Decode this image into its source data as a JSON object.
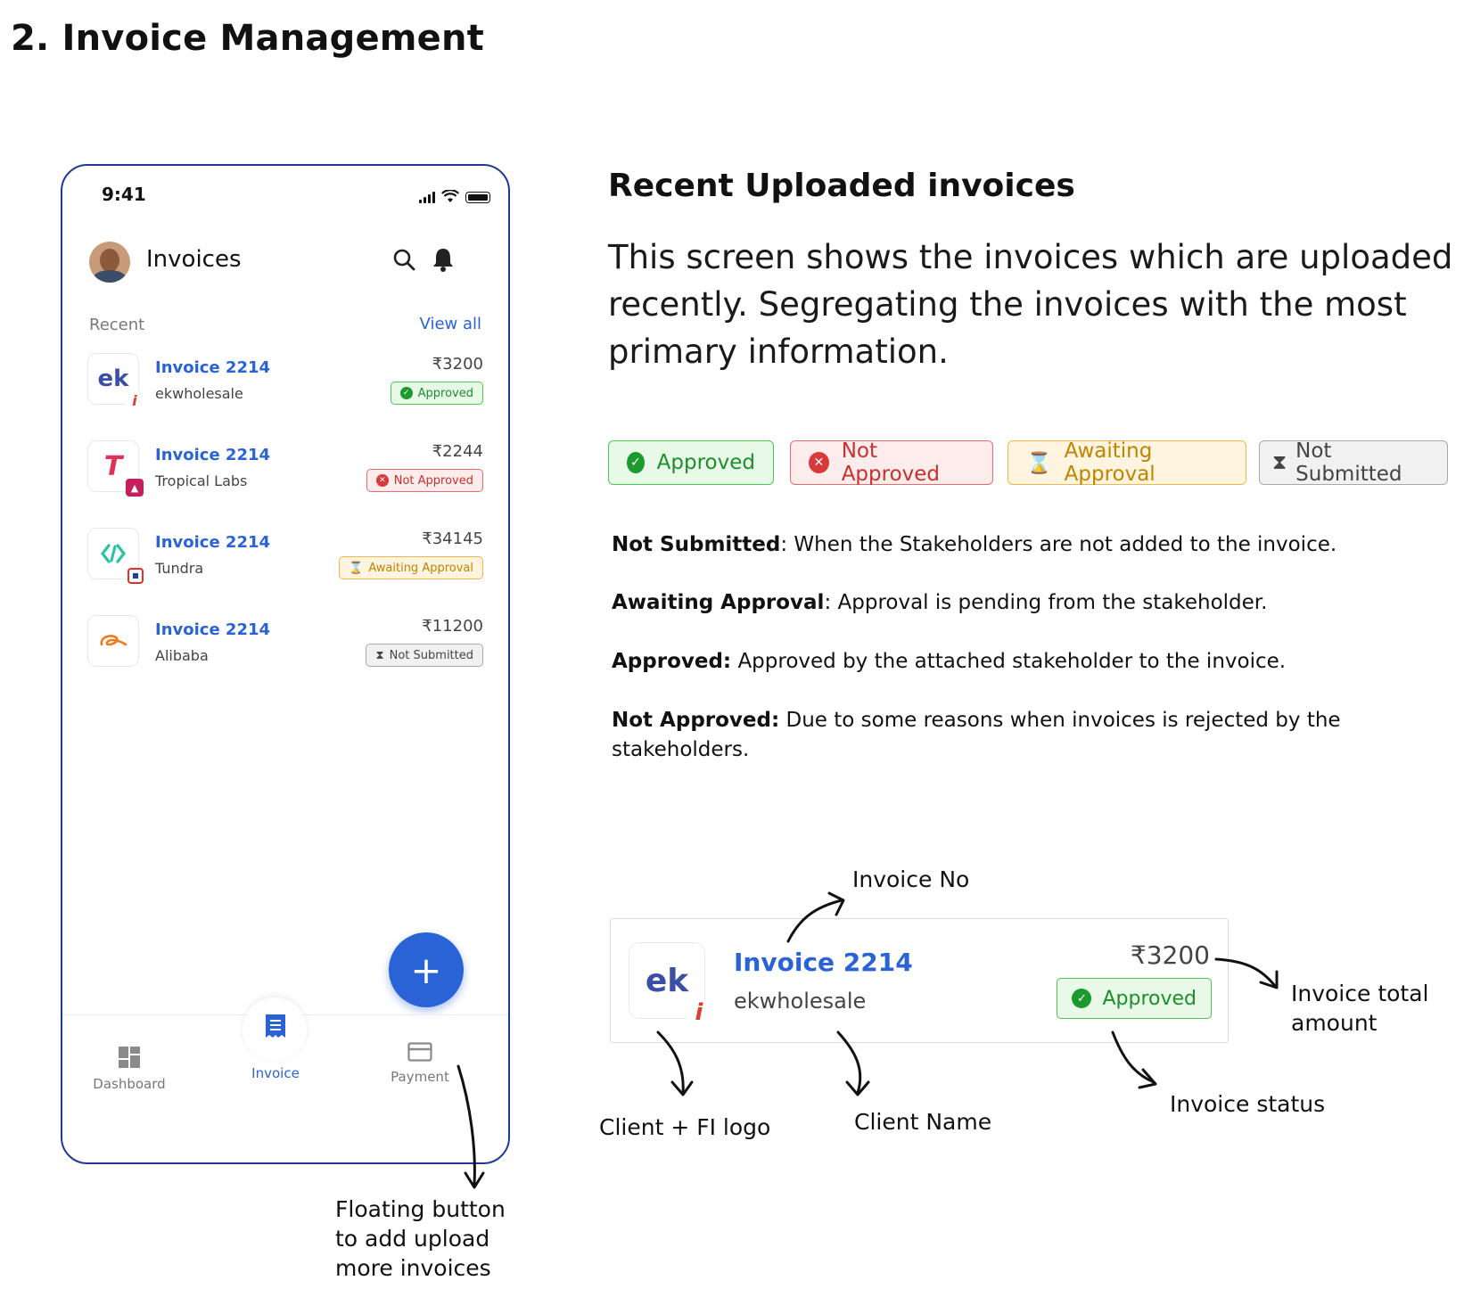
{
  "page_title": "2. Invoice Management",
  "phone": {
    "status_time": "9:41",
    "header_title": "Invoices",
    "recent_label": "Recent",
    "view_all": "View all",
    "invoices": [
      {
        "title": "Invoice 2214",
        "client": "ekwholesale",
        "amount": "₹3200",
        "status": "Approved",
        "logo_text": "ek"
      },
      {
        "title": "Invoice 2214",
        "client": "Tropical Labs",
        "amount": "₹2244",
        "status": "Not Approved",
        "logo_text": "T"
      },
      {
        "title": "Invoice 2214",
        "client": "Tundra",
        "amount": "₹34145",
        "status": "Awaiting Approval",
        "logo_text": ""
      },
      {
        "title": "Invoice 2214",
        "client": "Alibaba",
        "amount": "₹11200",
        "status": "Not Submitted",
        "logo_text": ""
      }
    ],
    "fab_label": "+",
    "tabs": [
      "Dashboard",
      "Invoice",
      "Payment"
    ]
  },
  "section": {
    "title": "Recent Uploaded invoices",
    "description": "This screen shows the invoices which are uploaded recently. Segregating the invoices with the most primary information."
  },
  "legend": [
    "Approved",
    "Not Approved",
    "Awaiting Approval",
    "Not Submitted"
  ],
  "definitions": [
    {
      "term": "Not Submitted",
      "text": ": When the  Stakeholders are not added to the invoice."
    },
    {
      "term": "Awaiting Approval",
      "text": ":  Approval is pending from the stakeholder."
    },
    {
      "term": "Approved:",
      "text": " Approved by the attached stakeholder to the invoice."
    },
    {
      "term": "Not Approved:",
      "text": " Due to some reasons when invoices is rejected by the stakeholders."
    }
  ],
  "annotated_card": {
    "logo_text": "ek",
    "title": "Invoice 2214",
    "client": "ekwholesale",
    "amount": "₹3200",
    "status": "Approved"
  },
  "annotations": {
    "invoice_no": "Invoice No",
    "total_amount": "Invoice total amount",
    "client_logo": "Client + FI logo",
    "client_name": "Client Name",
    "invoice_status": "Invoice status",
    "floating_button": "Floating button to add upload more invoices"
  },
  "colors": {
    "brand_blue": "#2a63d6",
    "phone_border": "#1f3a93",
    "approved": "#1c8f2a",
    "not_approved": "#c8302f",
    "awaiting": "#c08400",
    "not_submitted": "#444444"
  }
}
